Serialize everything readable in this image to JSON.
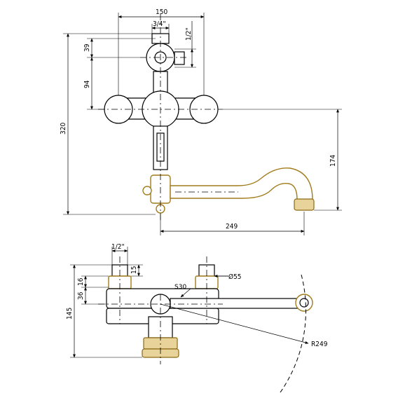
{
  "dimensions": {
    "width_150": "150",
    "thread_top": "3/4\"",
    "thread_right": "1/2\"",
    "offset_39": "39",
    "offset_94": "94",
    "height_320": "320",
    "height_174": "174",
    "spout_249": "249",
    "thread_plan": "1/2\"",
    "depth_15": "15",
    "depth_16": "16",
    "depth_36": "36",
    "depth_145": "145",
    "diameter_55": "Ø55",
    "wrench_s30": "S30",
    "radius_249": "R249"
  },
  "colors": {
    "line": "#000000",
    "brass_outline": "#a07c1c",
    "brass_fill": "#e8d49a"
  }
}
